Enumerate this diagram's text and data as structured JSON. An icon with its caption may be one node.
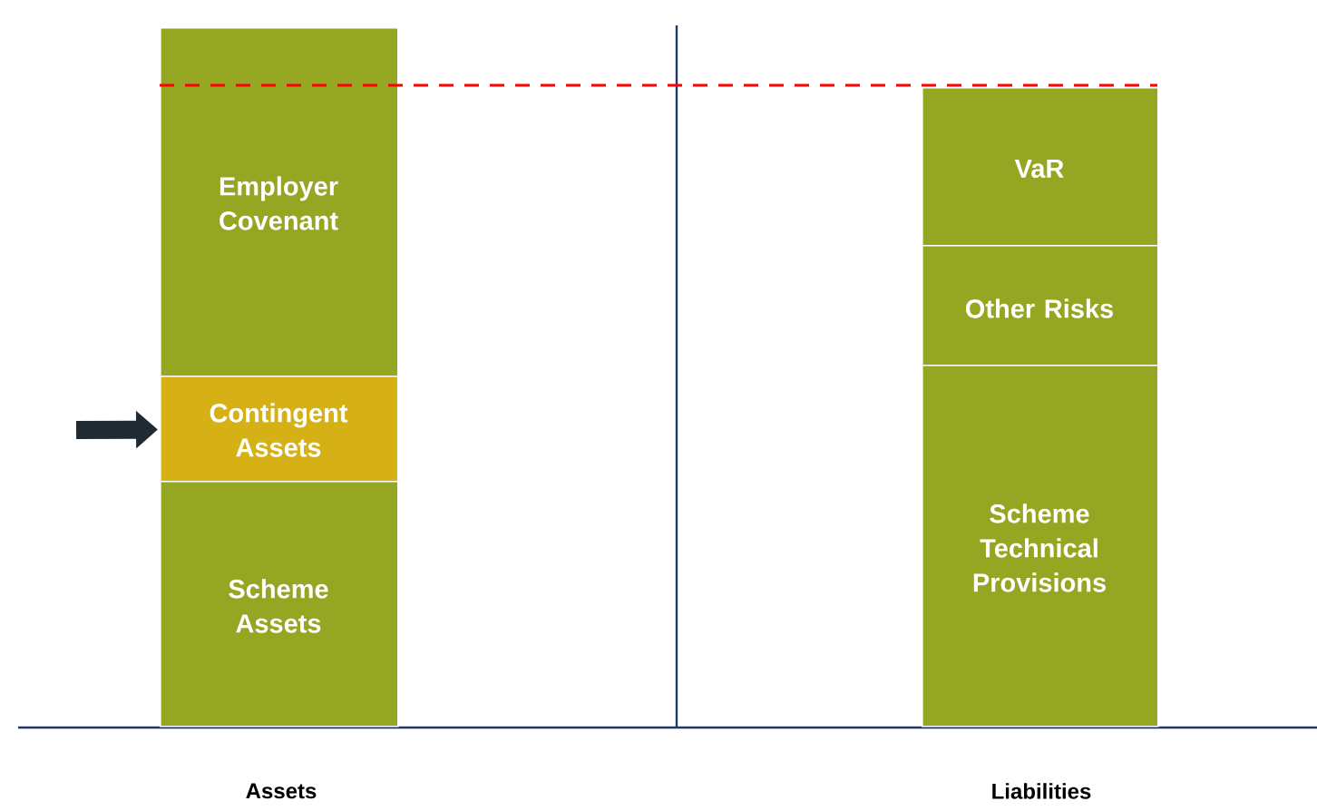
{
  "diagram": {
    "nodes": [
      {
        "text": [
          "Employer Covenant"
        ]
      },
      {
        "text": [
          "Contingent Assets"
        ]
      },
      {
        "text": [
          "Scheme Assets"
        ]
      },
      {
        "text": [
          "VaR"
        ]
      },
      {
        "text": [
          "Other Risks"
        ]
      },
      {
        "text": [
          "Scheme Technical Provisions"
        ]
      }
    ],
    "edges": [
      {
        "from": null,
        "to": 1,
        "arrow": "to"
      }
    ],
    "labels": [
      "Assets",
      "Liabilities"
    ]
  }
}
